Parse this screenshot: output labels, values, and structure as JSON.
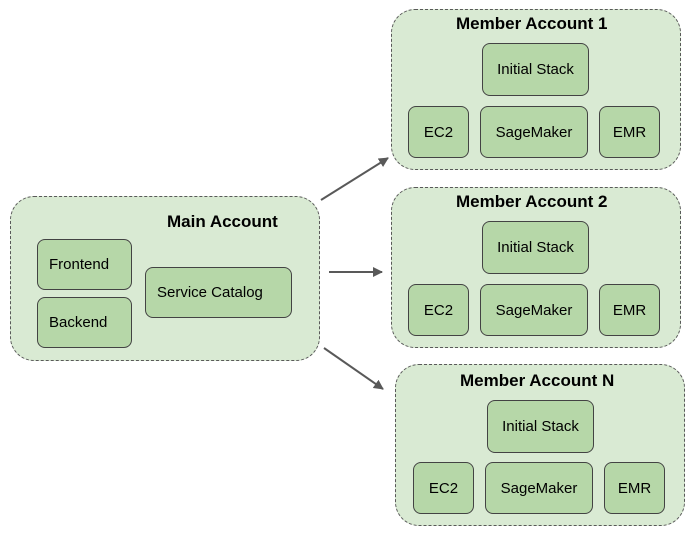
{
  "colors": {
    "account_fill": "#d9ead3",
    "service_fill": "#b6d7a8",
    "border": "#434343",
    "arrow": "#595959"
  },
  "main_account": {
    "title": "Main Account",
    "services": {
      "frontend": "Frontend",
      "backend": "Backend",
      "service_catalog": "Service Catalog"
    }
  },
  "member_accounts": [
    {
      "title": "Member Account 1",
      "initial_stack": "Initial Stack",
      "services": [
        "EC2",
        "SageMaker",
        "EMR"
      ]
    },
    {
      "title": "Member Account 2",
      "initial_stack": "Initial Stack",
      "services": [
        "EC2",
        "SageMaker",
        "EMR"
      ]
    },
    {
      "title": "Member Account N",
      "initial_stack": "Initial Stack",
      "services": [
        "EC2",
        "SageMaker",
        "EMR"
      ]
    }
  ]
}
